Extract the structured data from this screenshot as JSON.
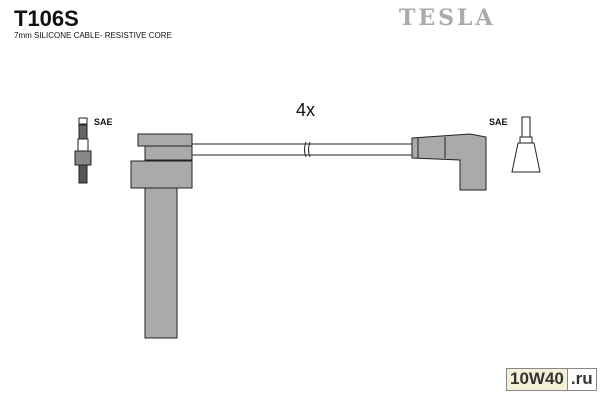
{
  "product": {
    "code": "T106S",
    "description": "7mm SILICONE CABLE- RESISTIVE CORE",
    "brand": "TESLA"
  },
  "diagram": {
    "quantity": "4x",
    "left_terminal": "SAE",
    "right_terminal": "SAE"
  },
  "watermark": {
    "main": "10W40",
    ".suffix": ".ru",
    "suffix": ".ru"
  }
}
